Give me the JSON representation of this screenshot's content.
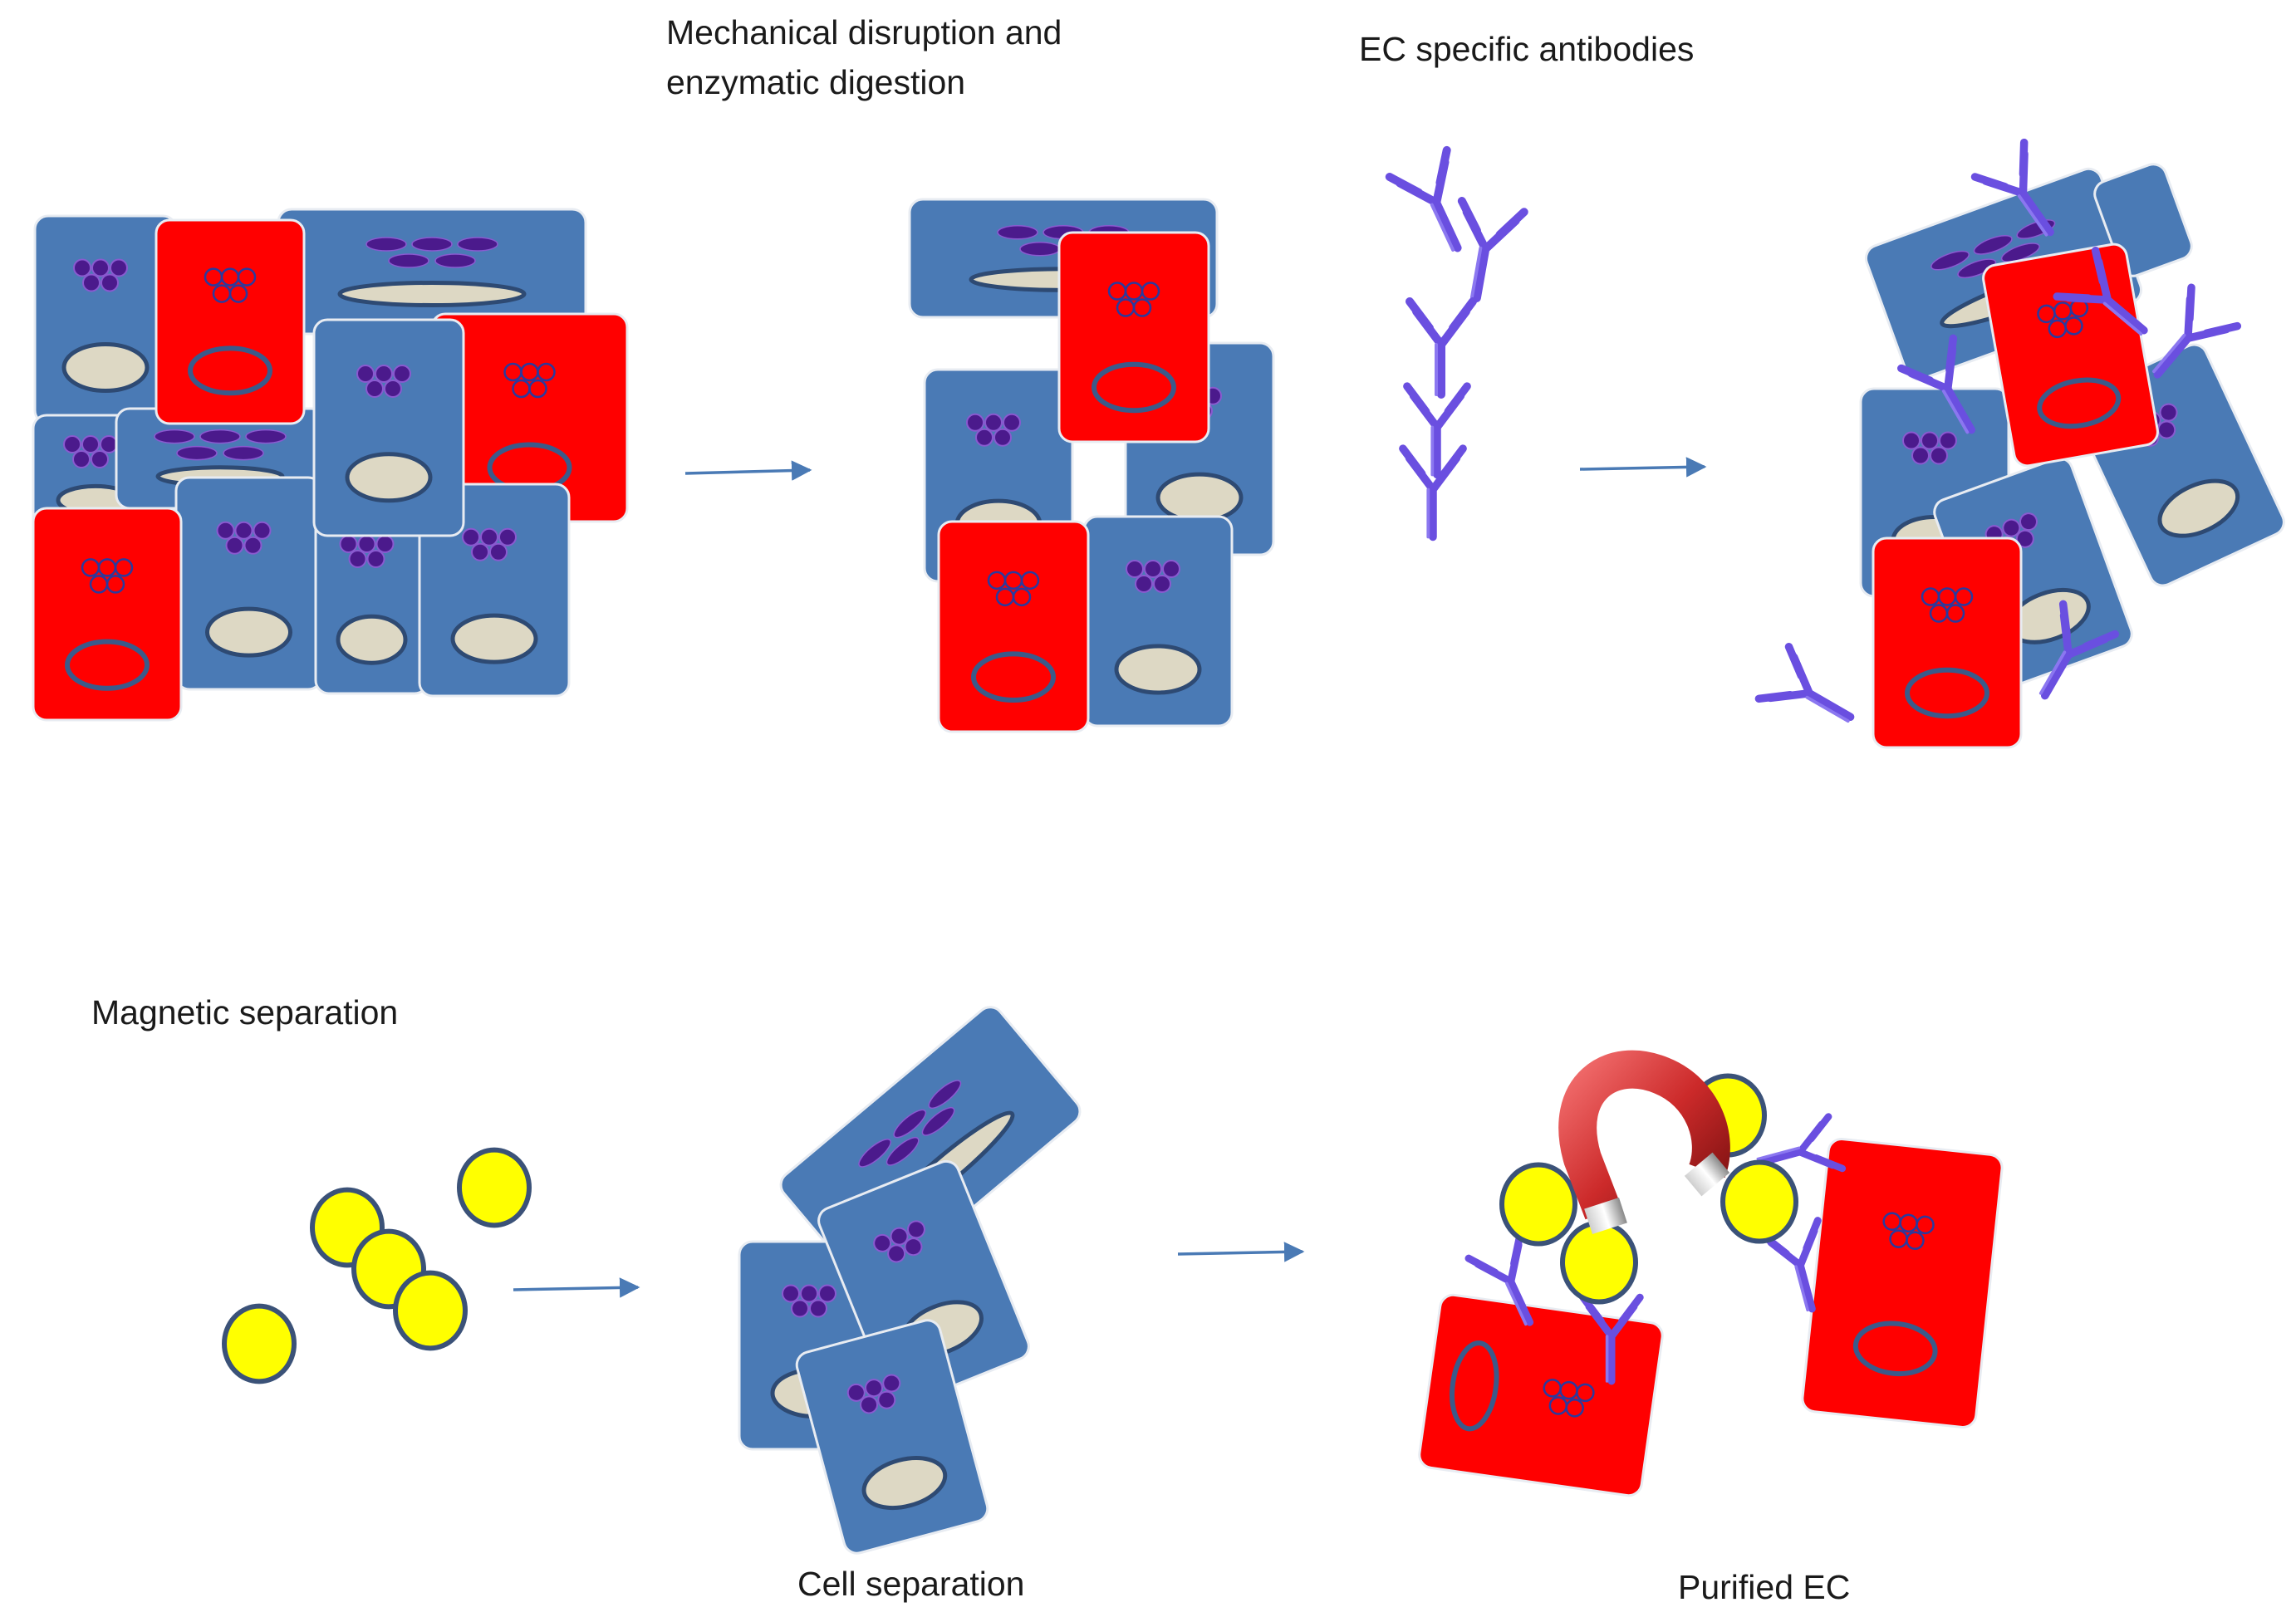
{
  "labels": {
    "mechanical_line1": "Mechanical disruption and",
    "mechanical_line2": "enzymatic digestion",
    "antibodies": "EC specific antibodies",
    "magnetic": "Magnetic separation",
    "cell_separation": "Cell separation",
    "purified": "Purified EC"
  },
  "colors": {
    "blue_cell": "#4a7ab5",
    "red_cell": "#ff0000",
    "nucleus": "#ddd8c4",
    "granule": "#4b1a8c",
    "antibody": "#6a4fe0",
    "bead": "#ffff00",
    "bead_outline": "#3b5278",
    "arrow": "#4a7ab5",
    "magnet": "#cc2a2a"
  },
  "icons": {
    "magnet": "horseshoe-magnet-icon",
    "antibody": "antibody-y-icon",
    "bead": "magnetic-bead-icon"
  }
}
